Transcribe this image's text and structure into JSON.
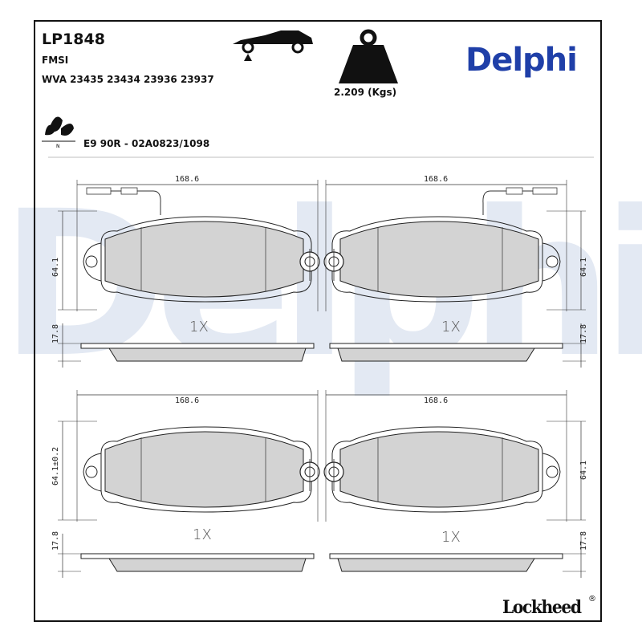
{
  "header": {
    "part_code": "LP1848",
    "fmsi": "FMSI",
    "wva": "WVA 23435 23434 23936 23937",
    "weight": "2.209 (Kgs)",
    "certification": "E9 90R - 02A0823/1098",
    "brand": "Delphi",
    "watermark": "Delphi"
  },
  "icons": {
    "vehicle": "car-front-axle-icon",
    "weight": "weight-icon",
    "eco": "eco-leaf-icon"
  },
  "drawings": {
    "top_left": {
      "width": "168.6",
      "height": "64.1",
      "thickness": "17.8",
      "quantity": "1X"
    },
    "top_right": {
      "width": "168.6",
      "height": "64.1",
      "thickness": "17.8",
      "quantity": "1X"
    },
    "bottom_left": {
      "width": "168.6",
      "height": "64.1±0.2",
      "thickness": "17.8",
      "quantity": "1X"
    },
    "bottom_right": {
      "width": "168.6",
      "height": "64.1",
      "thickness": "17.8",
      "quantity": "1X"
    }
  },
  "footer": {
    "maker": "Lockheed",
    "registered": "®"
  },
  "colors": {
    "brand": "#1f3fa8",
    "pad": "#d3d3d3",
    "watermark": "#e3e9f3"
  }
}
